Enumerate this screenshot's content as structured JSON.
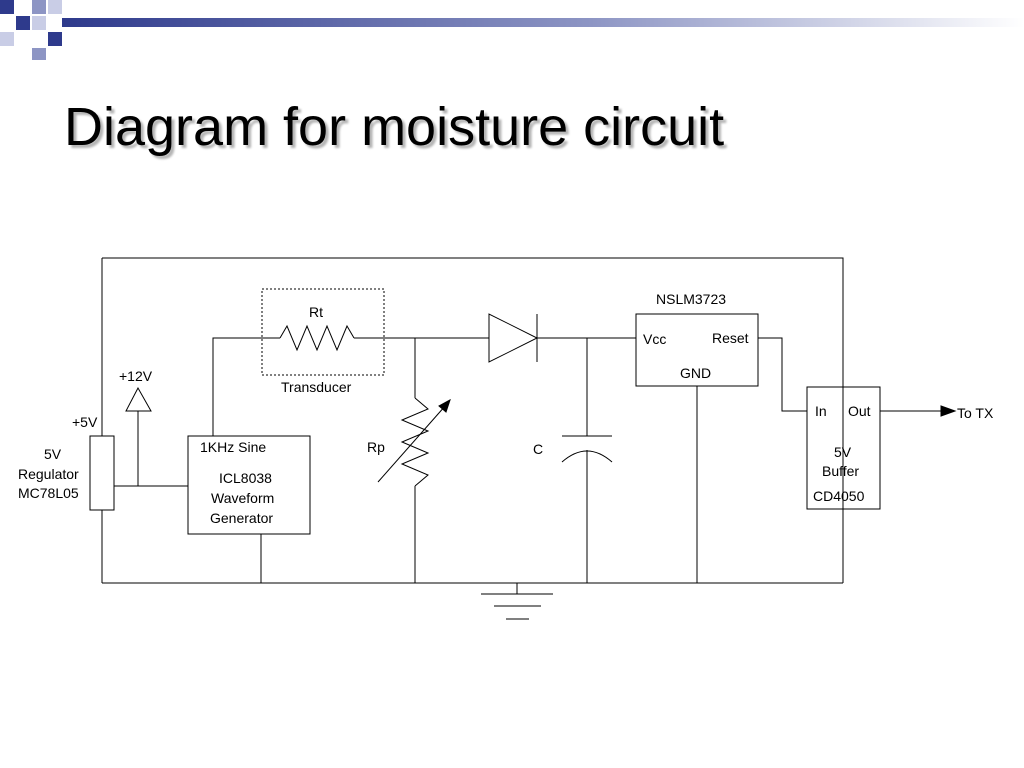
{
  "slide": {
    "title": "Diagram for moisture circuit"
  },
  "colors": {
    "accent": "#2e3a8c",
    "accent_light": "#8d95c4",
    "accent_pale": "#c9cde6"
  },
  "diagram": {
    "labels": {
      "rt": "Rt",
      "transducer": "Transducer",
      "plus_12v": "+12V",
      "plus_5v": "+5V",
      "reg_line1": "5V",
      "reg_line2": "Regulator",
      "reg_line3": "MC78L05",
      "gen_line1": "1KHz Sine",
      "gen_line2": "ICL8038",
      "gen_line3": "Waveform",
      "gen_line4": "Generator",
      "rp": "Rp",
      "c": "C",
      "nslm": "NSLM3723",
      "vcc": "Vcc",
      "reset": "Reset",
      "gnd": "GND",
      "buf_in": "In",
      "buf_out": "Out",
      "buf_line1": "5V",
      "buf_line2": "Buffer",
      "buf_line3": "CD4050",
      "to_tx": "To TX"
    }
  }
}
